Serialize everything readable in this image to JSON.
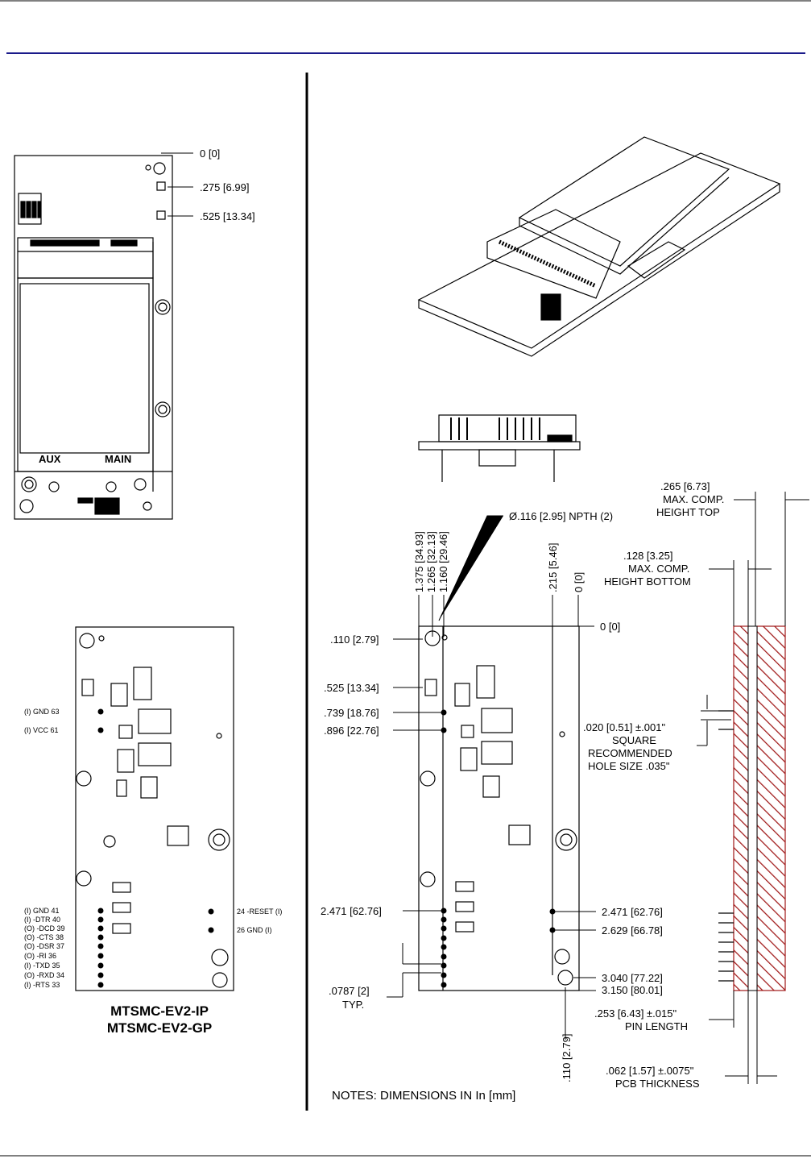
{
  "top_view": {
    "dims": [
      ".275 [6.99]",
      ".525 [13.34]"
    ],
    "origin": "0 [0]",
    "ant_labels": [
      "AUX",
      "MAIN"
    ]
  },
  "bottom_view": {
    "left_pins": [
      "(I) GND  63",
      "(I) VCC  61",
      "(I) GND  41",
      "(I) -DTR  40",
      "(O) -DCD  39",
      "(O) -CTS  38",
      "(O) -DSR  37",
      "(O) -RI  36",
      "(I) -TXD  35",
      "(O) -RXD  34",
      "(I) -RTS  33"
    ],
    "right_pins": [
      "24  -RESET (I)",
      "26  GND (I)"
    ],
    "models": [
      "MTSMC-EV2-IP",
      "MTSMC-EV2-GP"
    ]
  },
  "dim_view": {
    "top_dims": [
      "1.375 [34.93]",
      "1.265 [32.13]",
      "1.160 [29.46]",
      ".215 [5.46]",
      "0 [0]"
    ],
    "npth": "Ø.116 [2.95]  NPTH (2)",
    "origin": "0 [0]",
    "left_dims": [
      ".110 [2.79]",
      ".525 [13.34]",
      ".739 [18.76]",
      ".896 [22.76]",
      "2.471 [62.76]"
    ],
    "right_dims": [
      "2.471 [62.76]",
      "2.629 [66.78]",
      "3.040 [77.22]",
      "3.150 [80.01]"
    ],
    "pitch": [
      ".0787 [2]",
      "TYP."
    ],
    "bottom_dim": ".110 [2.79]",
    "square": [
      ".020 [0.51]  ±.001\"",
      "SQUARE",
      "RECOMMENDED",
      "HOLE SIZE .035\""
    ],
    "height_top": [
      ".265 [6.73]",
      "MAX. COMP.",
      "HEIGHT TOP"
    ],
    "height_bottom": [
      ".128 [3.25]",
      "MAX. COMP.",
      "HEIGHT BOTTOM"
    ],
    "pin_length": [
      ".253 [6.43]  ±.015\"",
      "PIN LENGTH"
    ],
    "pcb_thickness": [
      ".062 [1.57]  ±.0075\"",
      "PCB THICKNESS"
    ],
    "notes": "NOTES: DIMENSIONS IN In [mm]"
  },
  "colors": {
    "hatch": "#a01818",
    "rule": "#1a1a8a"
  }
}
